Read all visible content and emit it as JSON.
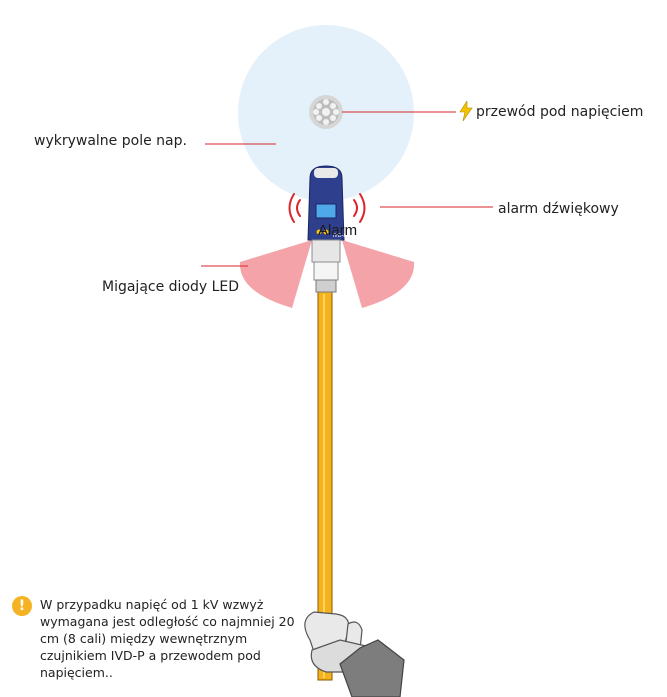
{
  "labels": {
    "detectable_field": "wykrywalne pole nap.",
    "live_conductor": "przewód pod napięciem",
    "audible_alarm": "alarm dźwiękowy",
    "flashing_leds": "Migające diody LED"
  },
  "device": {
    "overlay_text": "Alarm",
    "model_mark": "IVD-P"
  },
  "note": {
    "icon_glyph": "!",
    "text": "W przypadku napięć od 1 kV wzwyż wymagana jest odległość co najmniej 20 cm (8 cali) między wewnętrznym czujnikiem IVD-P a przewodem pod napięciem.."
  },
  "icons": {
    "bolt": "lightning-bolt-icon",
    "warning": "warning-icon"
  },
  "colors": {
    "field": "#e4f1fa",
    "leader_line": "#d9262c",
    "led_glow": "#f4a3a8",
    "alarm_wave": "#d9262c",
    "device_body": "#2e3f8e",
    "pole": "#f4b21c",
    "bolt": "#f5c400",
    "warning": "#f5b324"
  }
}
